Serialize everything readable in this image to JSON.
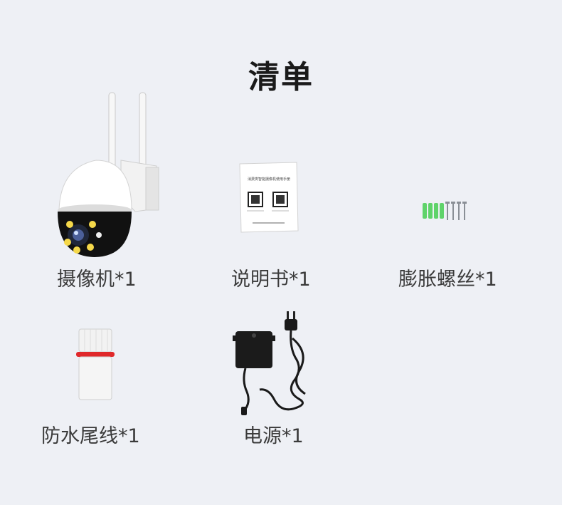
{
  "title": "清单",
  "items": [
    {
      "label": "摄像机*1",
      "icon": "camera-icon"
    },
    {
      "label": "说明书*1",
      "icon": "manual-icon"
    },
    {
      "label": "膨胀螺丝*1",
      "icon": "screws-icon"
    },
    {
      "label": "防水尾线*1",
      "icon": "waterproof-cap-icon"
    },
    {
      "label": "电源*1",
      "icon": "power-adapter-icon"
    }
  ],
  "manual": {
    "header": "消费类智能摄像机使用手册"
  },
  "colors": {
    "background": "#eef0f5",
    "anchor_green": "#5fd36a",
    "cap_red": "#e0282a"
  }
}
